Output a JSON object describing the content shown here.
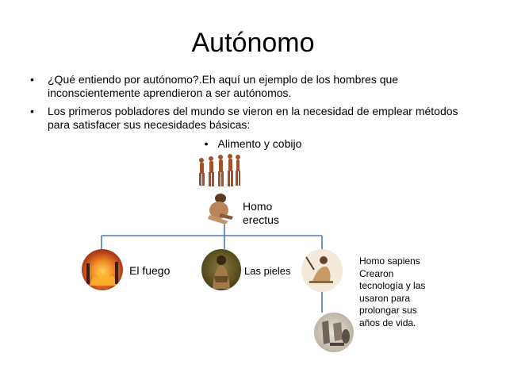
{
  "slide": {
    "title": "Autónomo",
    "bullets": [
      "¿Qué entiendo por autónomo?.Eh aquí un ejemplo de los hombres que inconscientemente aprendieron a ser autónomos.",
      "Los primeros pobladores del mundo se vieron en la necesidad de emplear métodos para satisfacer sus necesidades básicas:"
    ],
    "centered_bullet": "Alimento  y cobijo",
    "bullet_symbol": "•"
  },
  "diagram": {
    "root_label_line1": "Homo",
    "root_label_line2": "erectus",
    "children": [
      {
        "label": "El fuego"
      },
      {
        "label": "Las pieles"
      },
      {
        "label": "Homo sapiens Crearon tecnología y las usaron para prolongar sus  años de vida."
      }
    ],
    "line_color": "#4a7ebb"
  }
}
